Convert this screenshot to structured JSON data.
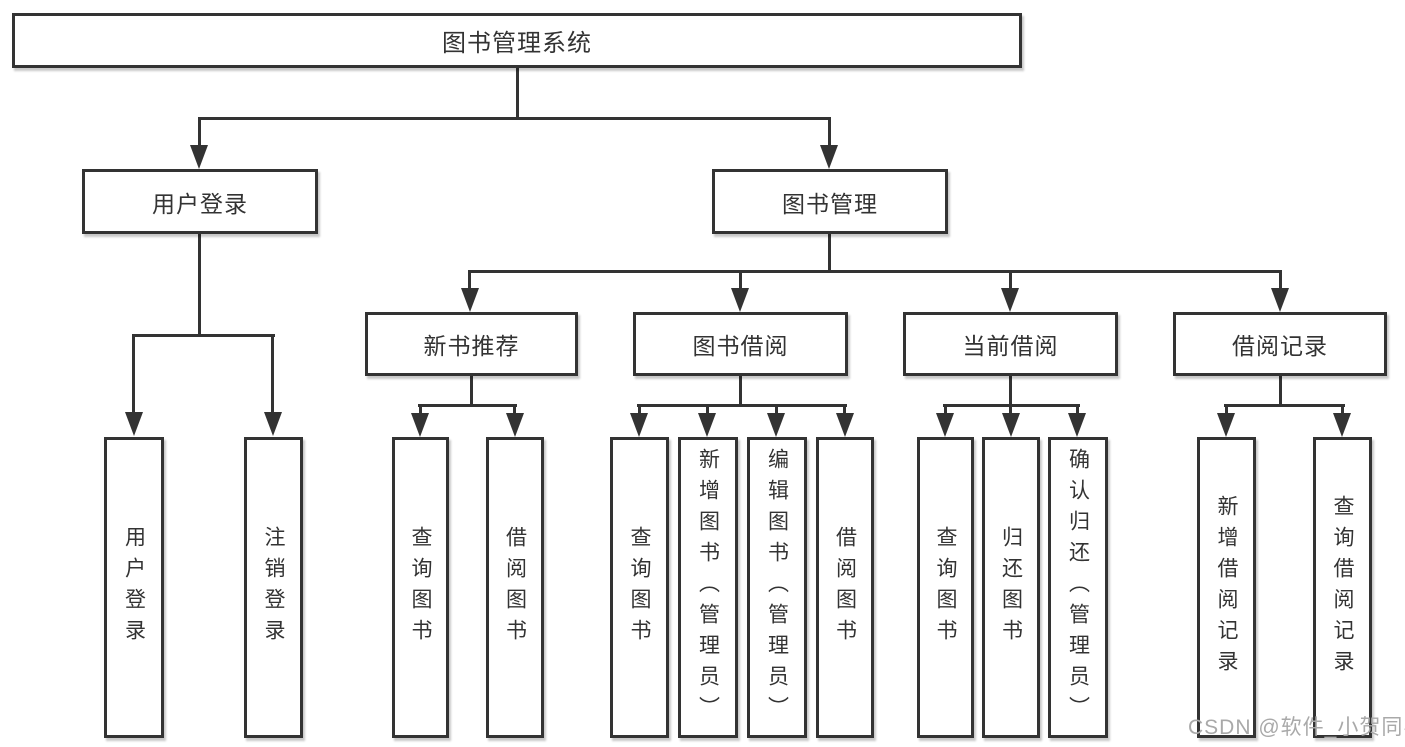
{
  "colors": {
    "line": "#333333",
    "box_border": "#333333",
    "text": "#333333",
    "background": "#ffffff",
    "watermark": "#a9a9a9"
  },
  "watermark": {
    "text": "CSDN @软件_小贺同学"
  },
  "tree": {
    "root": {
      "label": "图书管理系统"
    },
    "branches": [
      {
        "label": "用户登录",
        "children": [
          {
            "label": "用户登录"
          },
          {
            "label": "注销登录"
          }
        ]
      },
      {
        "label": "图书管理",
        "groups": [
          {
            "label": "新书推荐",
            "children": [
              {
                "label": "查询图书"
              },
              {
                "label": "借阅图书"
              }
            ]
          },
          {
            "label": "图书借阅",
            "children": [
              {
                "label": "查询图书"
              },
              {
                "label": "新增图书（管理员）"
              },
              {
                "label": "编辑图书（管理员）"
              },
              {
                "label": "借阅图书"
              }
            ]
          },
          {
            "label": "当前借阅",
            "children": [
              {
                "label": "查询图书"
              },
              {
                "label": "归还图书"
              },
              {
                "label": "确认归还（管理员）"
              }
            ]
          },
          {
            "label": "借阅记录",
            "children": [
              {
                "label": "新增借阅记录"
              },
              {
                "label": "查询借阅记录"
              }
            ]
          }
        ]
      }
    ]
  }
}
